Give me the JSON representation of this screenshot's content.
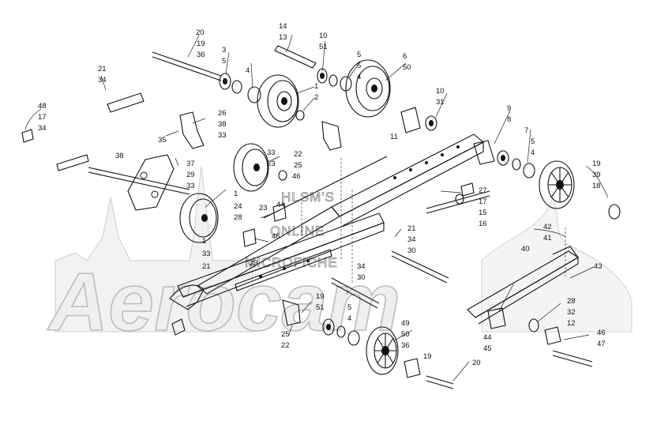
{
  "watermark": {
    "brand": "Aerocam",
    "line1": "HLSM'S",
    "line2": "ONLINE",
    "line3": "MICROFICHE"
  },
  "callouts": [
    "20",
    "19",
    "36",
    "14",
    "13",
    "10",
    "51",
    "5",
    "6",
    "3",
    "5",
    "4",
    "5",
    "4",
    "50",
    "21",
    "34",
    "1",
    "2",
    "10",
    "31",
    "48",
    "17",
    "34",
    "26",
    "38",
    "33",
    "11",
    "9",
    "8",
    "7",
    "5",
    "4",
    "35",
    "22",
    "25",
    "33",
    "23",
    "46",
    "37",
    "38",
    "29",
    "33",
    "19",
    "39",
    "18",
    "1",
    "24",
    "28",
    "23",
    "44",
    "27",
    "17",
    "15",
    "16",
    "21",
    "34",
    "30",
    "1",
    "33",
    "46",
    "21",
    "23",
    "34",
    "30",
    "42",
    "41",
    "40",
    "43",
    "28",
    "32",
    "12",
    "19",
    "51",
    "5",
    "4",
    "49",
    "50",
    "36",
    "19",
    "20",
    "25",
    "22",
    "44",
    "45",
    "46",
    "47"
  ],
  "colors": {
    "ink": "#111111",
    "watermark_fill": "#ececec",
    "watermark_stroke": "#a8a8a8"
  }
}
